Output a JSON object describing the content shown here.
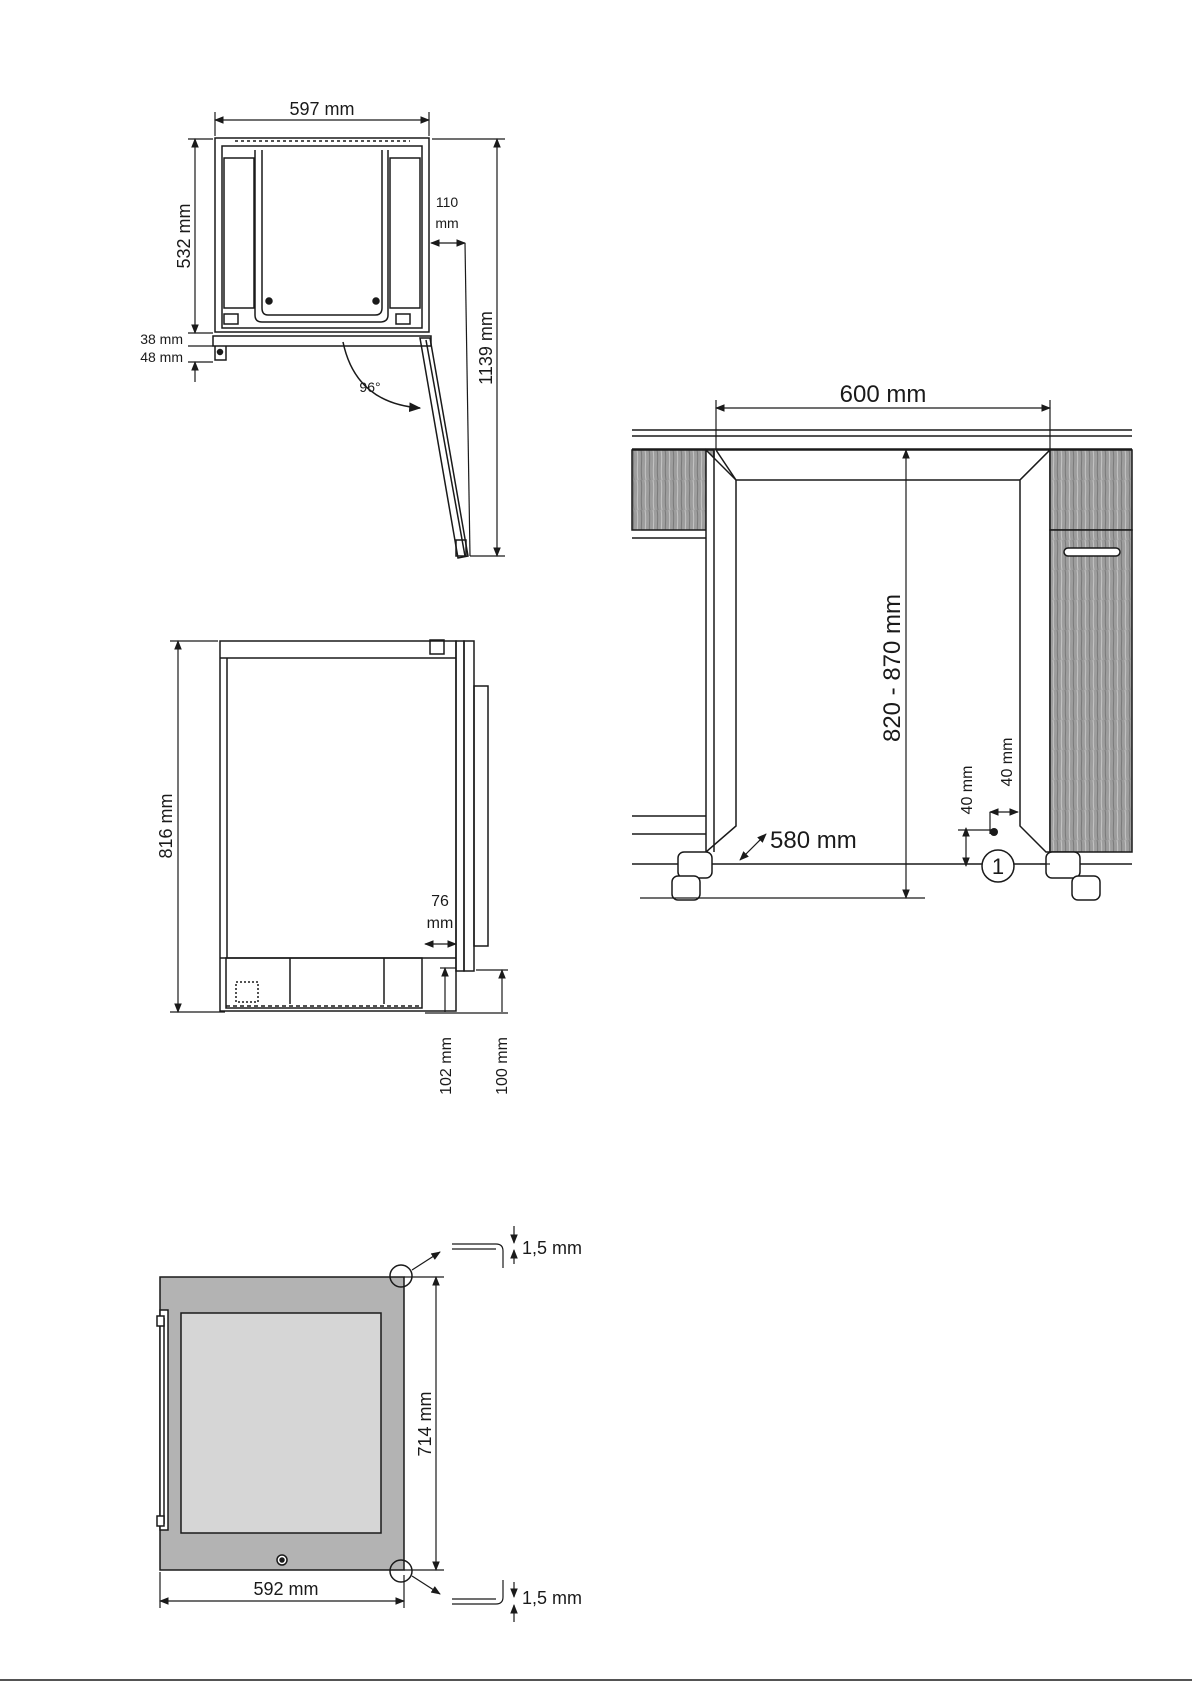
{
  "top_view": {
    "width": "597 mm",
    "depth": "532 mm",
    "door_gap_1": "38 mm",
    "door_gap_2": "48 mm",
    "side_clearance_value": "110",
    "side_clearance_unit": "mm",
    "open_depth": "1139 mm",
    "door_angle": "96°"
  },
  "side_view": {
    "height": "816 mm",
    "handle_offset_value": "76",
    "handle_offset_unit": "mm",
    "plinth_1": "102 mm",
    "plinth_2": "100 mm"
  },
  "niche_view": {
    "width": "600 mm",
    "height": "820 - 870 mm",
    "depth": "580 mm",
    "cable_x": "40 mm",
    "cable_y": "40 mm",
    "callout": "1"
  },
  "front_view": {
    "width": "592 mm",
    "height": "714 mm",
    "gap_top": "1,5 mm",
    "gap_bottom": "1,5 mm"
  },
  "colors": {
    "line": "#1a1a1a",
    "wood": "#9a9a9a",
    "door_panel": "#b3b3b3",
    "glass": "#d6d6d6"
  }
}
